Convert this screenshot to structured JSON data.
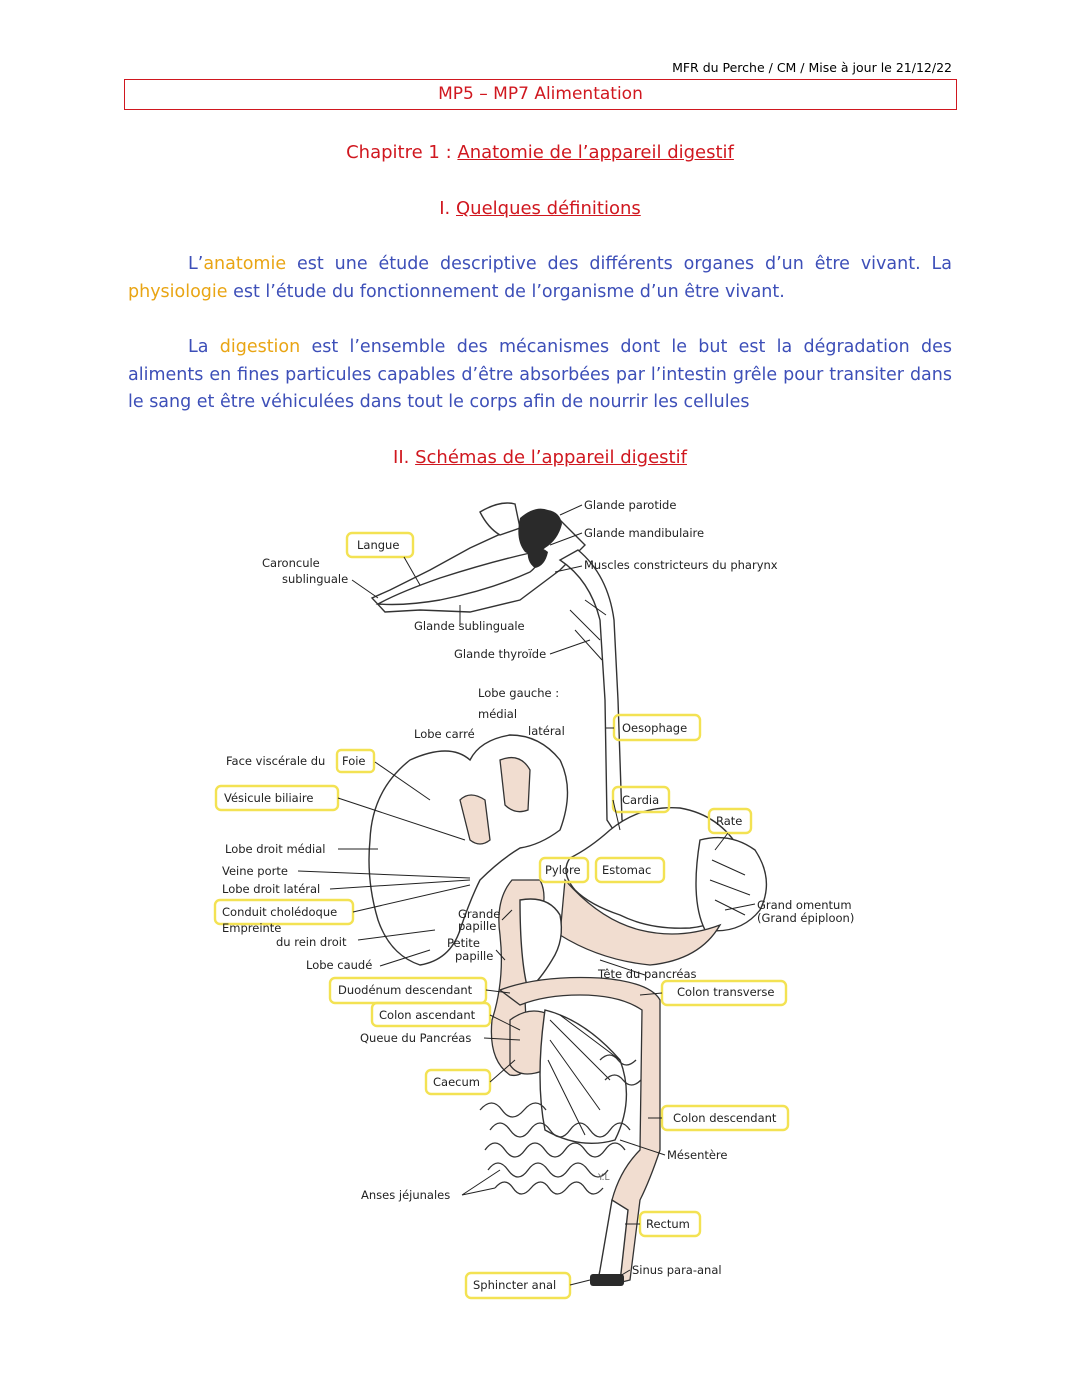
{
  "header_right": "MFR du Perche / CM / Mise à jour le 21/12/22",
  "title": "MP5 – MP7 Alimentation",
  "chapter": {
    "prefix": "Chapitre 1 : ",
    "title": "Anatomie de l’appareil digestif"
  },
  "section1": {
    "prefix": "I. ",
    "title": "Quelques définitions"
  },
  "para1": {
    "p1": "L’",
    "kw1": "anatomie",
    "p2": " est une étude descriptive des différents organes d’un être vivant. La ",
    "kw2": "physiologie",
    "p3": " est l’étude du fonctionnement de l’organisme d’un être vivant."
  },
  "para2": {
    "p1": "La ",
    "kw1": "digestion",
    "p2": " est l’ensemble des mécanismes dont le but est la dégradation des aliments en fines particules capables d’être absorbées par l’intestin grêle pour transiter dans le sang et être véhiculées dans tout le corps afin de nourrir les cellules"
  },
  "section2": {
    "prefix": "II. ",
    "title": "Schémas de l’appareil digestif"
  },
  "diagram": {
    "labels": {
      "glande_parotide": "Glande parotide",
      "glande_mandibulaire": "Glande mandibulaire",
      "muscles": "Muscles constricteurs du pharynx",
      "langue": "Langue",
      "caroncule1": "Caroncule",
      "caroncule2": "sublinguale",
      "glande_sublinguale": "Glande sublinguale",
      "glande_thyroide": "Glande thyroïde",
      "lobe_gauche": "Lobe gauche :",
      "medial": "médial",
      "lateral": "latéral",
      "lobe_carre": "Lobe carré",
      "oesophage": "Oesophage",
      "face_visc": "Face viscérale du",
      "foie": "Foie",
      "vesicule": "Vésicule  biliaire",
      "cardia": "Cardia",
      "rate": "Rate",
      "lobe_droit_medial": "Lobe droit  médial",
      "veine_porte": "Veine porte",
      "lobe_droit_lateral": "Lobe droit latéral",
      "pylore": "Pylore",
      "estomac": "Estomac",
      "conduit": "Conduit cholédoque",
      "empreinte1": "Empreinte",
      "empreinte2": "du rein droit",
      "grande_papille1": "Grande",
      "grande_papille2": "papille",
      "petite_papille1": "Petite",
      "petite_papille2": "papille",
      "grand_omentum1": "Grand omentum",
      "grand_omentum2": "(Grand épiploon)",
      "lobe_caude": "Lobe caudé",
      "tete_pancreas": "Tête du pancréas",
      "duodenum": "Duodénum descendant",
      "colon_transverse": "Colon transverse",
      "colon_ascendant": "Colon ascendant",
      "queue_pancreas": "Queue du Pancréas",
      "caecum": "Caecum",
      "colon_descendant": "Colon descendant",
      "mesentere": "Mésentère",
      "anses": "Anses jéjunales",
      "rectum": "Rectum",
      "sinus": "Sinus  para-anal",
      "sphincter": "Sphincter anal",
      "signature": "Y.L"
    }
  }
}
